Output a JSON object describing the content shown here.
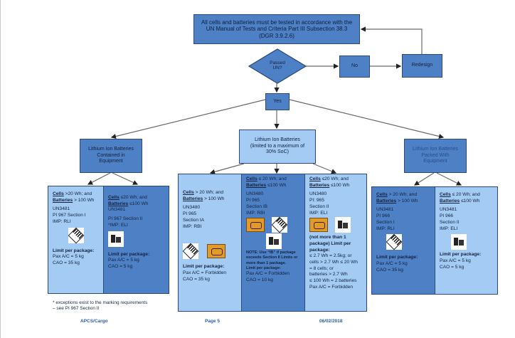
{
  "flowchart": {
    "top_box": "All cells and batteries must be tested in accordance with the UN Manual of Tests and Criteria Part III Subsection 38.3 (DGR 3.9.2.6)",
    "decision": "Passed UN?",
    "no_label": "No",
    "redesign_label": "Redesign",
    "yes_label": "Yes",
    "categories": [
      {
        "label": "Lithium Ion Batteries Contained in Equipment"
      },
      {
        "label": "Lithium Ion Batteries (limited to a maximum of 30% SoC)"
      },
      {
        "label": "Lithium Ion Batteries Packed With Equipment"
      }
    ]
  },
  "left_group": {
    "col1": {
      "cells_label": "Cells",
      "cells_text": " >20 Wh; and",
      "batteries_label": "Batteries",
      "batteries_text": " > 100 Wh",
      "un": "UN3481",
      "pi": "PI 967 Section I",
      "imp": "IMP: RLI",
      "icons": [
        "class-9-hazard-label"
      ],
      "limit_title": "Limit per package:",
      "pax": "Pax A/C = 5 kg",
      "cao": "CAO = 35 kg"
    },
    "col2": {
      "cells_label": "Cells",
      "cells_text": " ≤20 Wh; and",
      "batteries_label": "Batteries",
      "batteries_text": " ≤100 Wh",
      "un": "UN3481",
      "pi": "PI 967 Section II",
      "imp": "*IMP: ELI",
      "icons": [
        "lithium-battery-mark"
      ],
      "limit_title": "Limit per package:",
      "pax": "Pax A/C =  5 kg",
      "cao": "CAO = 5 kg"
    },
    "footnote_line1": "* exceptions exist to the marking requirements",
    "footnote_line2": "– see PI 967 Section II"
  },
  "center_group": {
    "col1": {
      "cells_label": "Cells",
      "cells_text": " > 20 Wh; and",
      "batteries_label": "Batteries",
      "batteries_text": " > 100 Wh",
      "un": "UN3480",
      "pi": "PI 965",
      "section": "Section IA",
      "imp": "IMP: RBI",
      "icons": [
        "class-9-hazard-label",
        "cargo-aircraft-only-label"
      ],
      "limit_title": "Limit per package:",
      "pax": "Pax A/C = Forbidden",
      "cao": "CAO = 35 kg"
    },
    "col2": {
      "cells_label": "Cells",
      "cells_text": " ≤ 20 Wh; and",
      "batteries_label": "Batteries",
      "batteries_text": " ≤100 Wh",
      "un": "UN3480",
      "pi": "PI 965",
      "section": "Section IB",
      "imp": "IMP: RBI",
      "icons": [
        "cargo-aircraft-only-label",
        "class-9-hazard-label",
        "lithium-battery-mark"
      ],
      "note": "NOTE: Use “IB” if package exceeds Section II Limits or more than 1 package.",
      "limit_title": "Limit per package:",
      "pax": "Pax A/C = Forbidden",
      "cao": "CAO = 10 kg"
    },
    "col3": {
      "cells_label": "Cells",
      "cells_text": " ≤20 Wh; and",
      "batteries_label": "Batteries",
      "batteries_text": " ≤100 Wh",
      "un": "UN3480",
      "pi": "PI: 965",
      "section": "Section II",
      "imp": "IMP: ELI",
      "icons": [
        "cargo-aircraft-only-label",
        "lithium-battery-mark"
      ],
      "limit_title": "(not more than 1 package) Limit per package:",
      "line1": "≤ 2.7 Wh = 2.5kg; or",
      "line2": "cells > 2.7 Wh ≤ 20 Wh",
      "line3": "= 8 cells; or",
      "line4": "batteries > 2.7 Wh",
      "line5": "≤ 100 Wh = 2 batteries",
      "pax": "Pax A/C = Forbidden"
    }
  },
  "right_group": {
    "col1": {
      "cells_label": "Cells",
      "cells_text": " > 20 Wh; and",
      "batteries_label": "Batteries",
      "batteries_text": " > 100 Wh",
      "un": "UN3481",
      "pi": "PI 966",
      "section": "Section I",
      "imp": "IMP: RLI",
      "icons": [
        "class-9-hazard-label"
      ],
      "limit_title": "Limit per package:",
      "pax": "Pax A/C =  5 kg",
      "cao": "CAO = 35 kg"
    },
    "col2": {
      "cells_label": "Cells",
      "cells_text": " ≤ 20 Wh; and",
      "batteries_label": "Batteries",
      "batteries_text": " ≤100 Wh",
      "un": "UN3481",
      "pi": "PI 966",
      "section": "Section II",
      "imp": "IMP: ELI",
      "icons": [
        "lithium-battery-mark"
      ],
      "limit_title": "Limit per package:",
      "pax": "Pax A/C = 5 kg",
      "cao": "CAO = 5 kg"
    }
  },
  "footer": {
    "left": "APCS/Cargo",
    "center": "Page 5",
    "right": "06/02/2018"
  },
  "colors": {
    "dark_box": "#4e80c6",
    "light_box": "#a3cbf4",
    "border": "#2b4a78",
    "footer_text": "#2d5fa8"
  }
}
